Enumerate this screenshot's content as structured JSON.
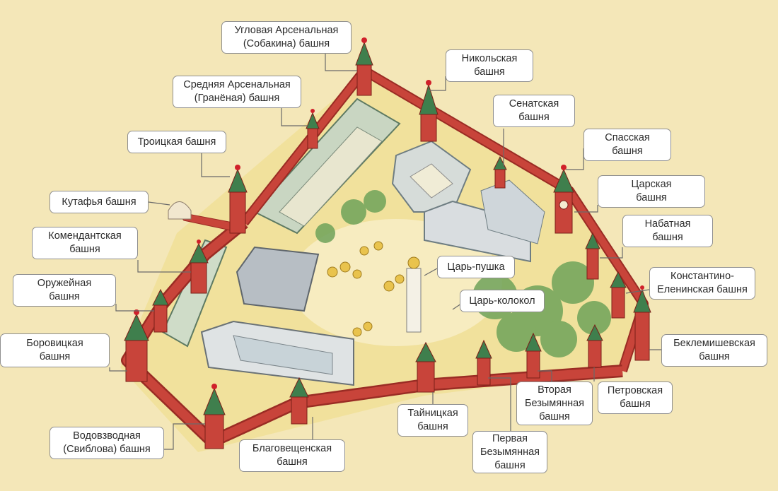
{
  "labels": {
    "uglovaya_arsenalnaya": "Угловая Арсенальная\n(Собакина) башня",
    "nikolskaya": "Никольская\nбашня",
    "srednyaya_arsenalnaya": "Средняя Арсенальная\n(Гранёная) башня",
    "senatskaya": "Сенатская\nбашня",
    "troitskaya": "Троицкая башня",
    "spasskaya": "Спасская\nбашня",
    "tsarskaya": "Царская\nбашня",
    "kutafya": "Кутафья башня",
    "nabatnaya": "Набатная\nбашня",
    "komendantskaya": "Комендантская\nбашня",
    "tsar_pushka": "Царь-пушка",
    "konstantino_eleninskaya": "Константино-\nЕленинская башня",
    "oruzheynaya": "Оружейная\nбашня",
    "tsar_kolokol": "Царь-колокол",
    "borovitskaya": "Боровицкая\nбашня",
    "beklemishevskaya": "Беклемишевская\nбашня",
    "vtoraya_bezymyannaya": "Вторая\nБезымянная\nбашня",
    "petrovskaya": "Петровская\nбашня",
    "taynitskaya": "Тайницкая\nбашня",
    "vodovzvodnaya": "Водовзводная\n(Свиблова) башня",
    "blagoveshchenskaya": "Благовещенская\nбашня",
    "pervaya_bezymyannaya": "Первая\nБезымянная\nбашня"
  },
  "colors": {
    "background": "#f4e7b8",
    "wall_red": "#c8443a",
    "wall_dark": "#9a2c24",
    "roof_green": "#3f7f4d",
    "star_red": "#d0202a",
    "ground": "#f1e19c",
    "building_grey": "#b9c1c7",
    "tree_green": "#6fa35a",
    "label_border": "#8f8f8f",
    "leader_line": "#6a6a6a"
  }
}
